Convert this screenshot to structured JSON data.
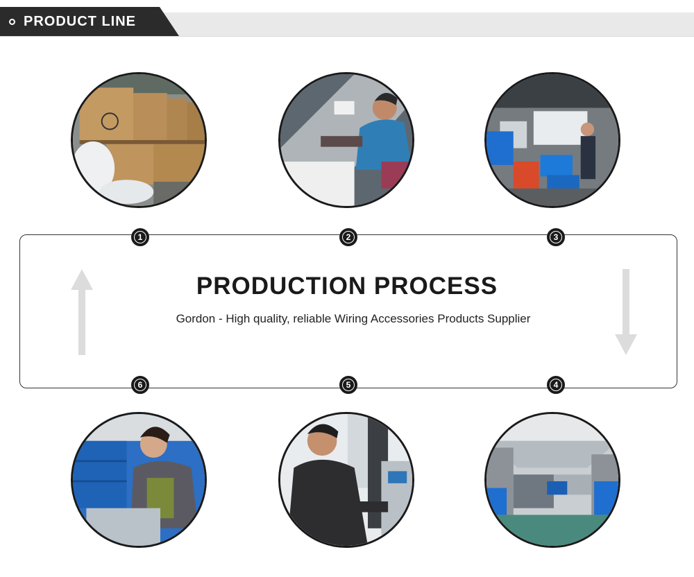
{
  "header": {
    "title": "PRODUCT LINE"
  },
  "process": {
    "title": "PRODUCTION PROCESS",
    "subtitle": "Gordon - High quality, reliable Wiring Accessories Products Supplier"
  },
  "steps": [
    {
      "number": "1"
    },
    {
      "number": "2"
    },
    {
      "number": "3"
    },
    {
      "number": "4"
    },
    {
      "number": "5"
    },
    {
      "number": "6"
    }
  ],
  "colors": {
    "dark": "#2b2b2b",
    "banner": "#e9e9e9",
    "bin_blue": "#1e6fd0",
    "bin_red": "#d84a2a"
  }
}
